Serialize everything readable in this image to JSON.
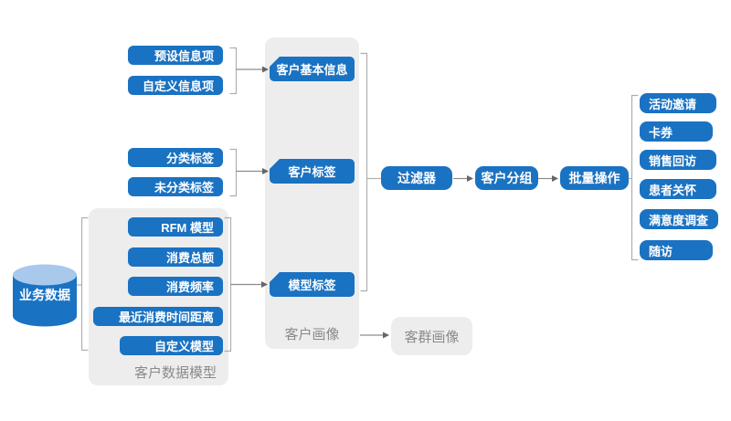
{
  "colors": {
    "primary": "#1A72C2",
    "cylinder_top": "#A8C8EC",
    "panel_bg": "#EDEDEE",
    "muted_text": "#8A8A8A",
    "bracket_line": "#AFAFAF",
    "arrow_line": "#8C8C8C",
    "arrow_head": "#666666"
  },
  "source": {
    "label": "业务数据"
  },
  "info_items": {
    "preset": "预设信息项",
    "custom": "自定义信息项"
  },
  "tag_items": {
    "classified": "分类标签",
    "unclassified": "未分类标签"
  },
  "model_panel": {
    "title": "客户数据模型",
    "items": [
      "RFM 模型",
      "消费总额",
      "消费频率",
      "最近消费时间距离",
      "自定义模型"
    ]
  },
  "profile_panel": {
    "title": "客户画像",
    "tags": [
      "客户基本信息",
      "客户标签",
      "模型标签"
    ]
  },
  "flow": {
    "filter": "过滤器",
    "group": "客户分组",
    "batch": "批量操作"
  },
  "actions": [
    "活动邀请",
    "卡券",
    "销售回访",
    "患者关怀",
    "满意度调查",
    "随访"
  ],
  "group_profile": {
    "label": "客群画像"
  }
}
